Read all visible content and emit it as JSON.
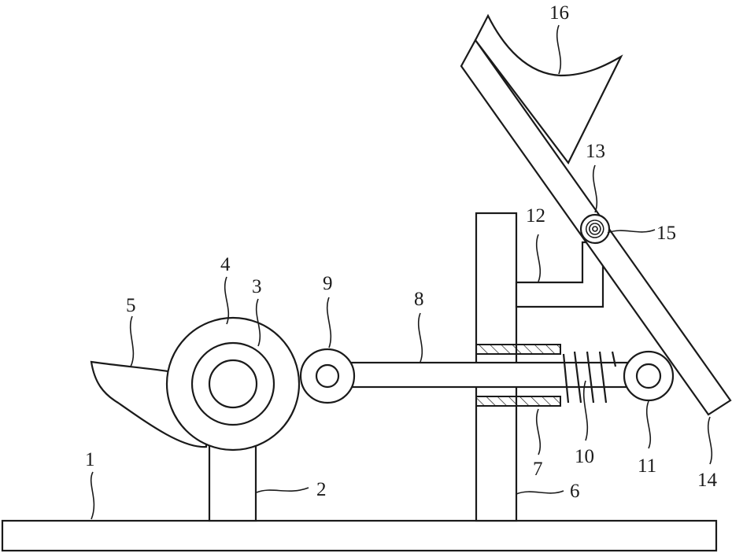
{
  "labels": {
    "l1": "1",
    "l2": "2",
    "l3": "3",
    "l4": "4",
    "l5": "5",
    "l6": "6",
    "l7": "7",
    "l8": "8",
    "l9": "9",
    "l10": "10",
    "l11": "11",
    "l12": "12",
    "l13": "13",
    "l14": "14",
    "l15": "15",
    "l16": "16"
  },
  "colors": {
    "stroke": "#1a1a1a",
    "background": "#ffffff"
  }
}
